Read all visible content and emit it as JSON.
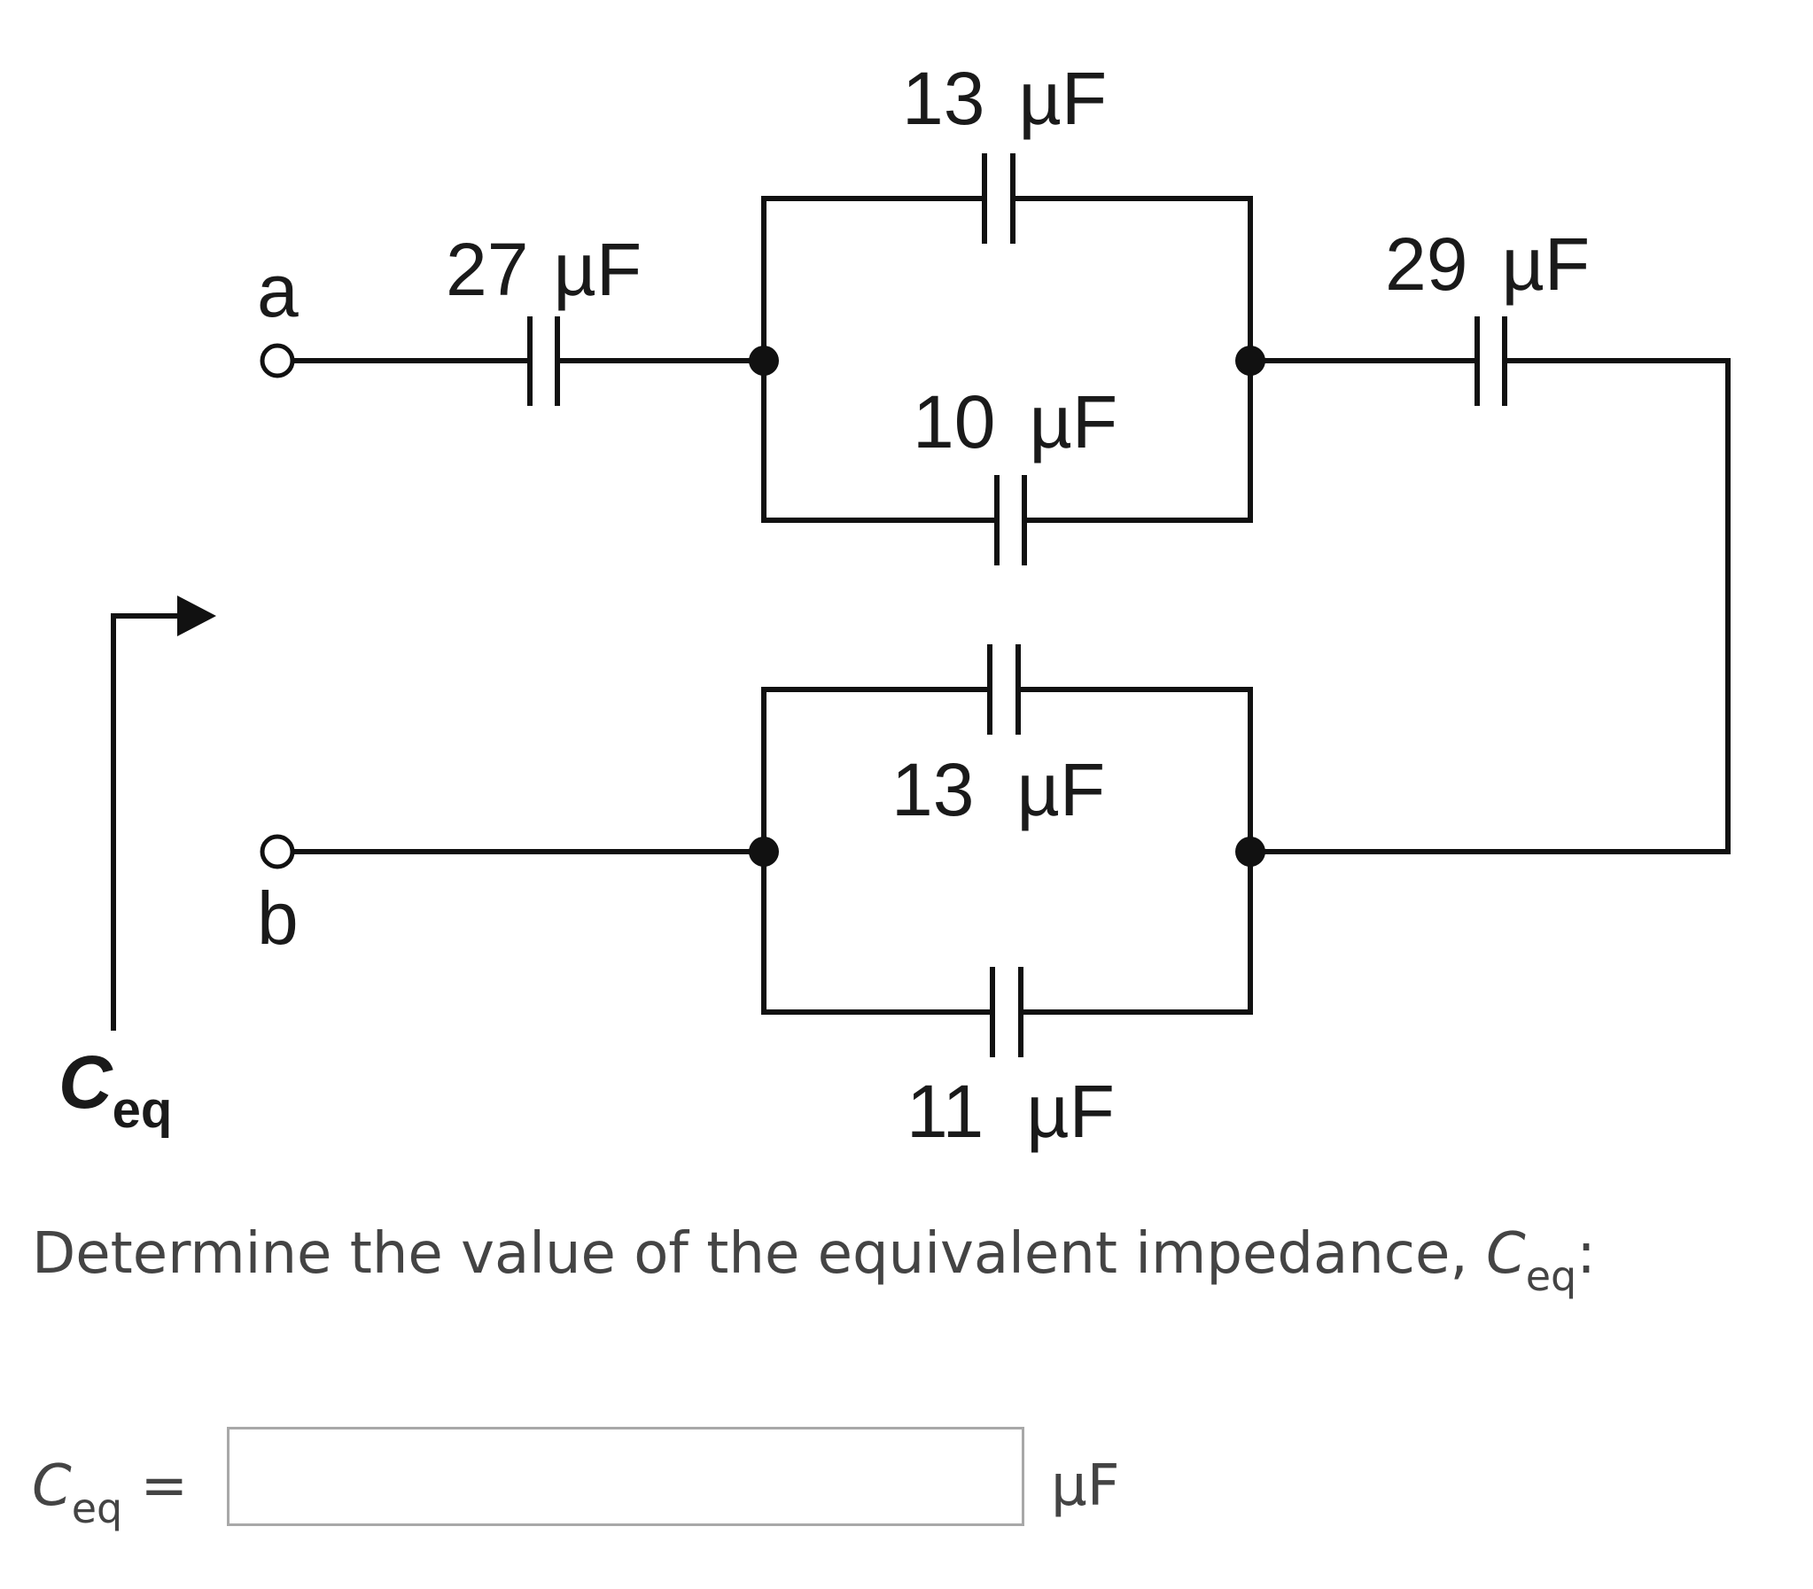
{
  "diagram": {
    "capacitors": [
      {
        "id": "c27",
        "value": "27",
        "unit": "µF"
      },
      {
        "id": "c13_top",
        "value": "13",
        "unit": "µF"
      },
      {
        "id": "c10",
        "value": "10",
        "unit": "µF"
      },
      {
        "id": "c29",
        "value": "29",
        "unit": "µF"
      },
      {
        "id": "c13_bottom",
        "value": "13",
        "unit": "µF"
      },
      {
        "id": "c11",
        "value": "11",
        "unit": "µF"
      }
    ],
    "terminal_a": "a",
    "terminal_b": "b",
    "ceq_symbol": "C",
    "ceq_subscript": "eq"
  },
  "question": {
    "prefix": "Determine the value of the equivalent impedance, ",
    "symbol": "C",
    "subscript": "eq",
    "suffix": ":"
  },
  "answer": {
    "symbol": "C",
    "subscript": "eq",
    "equals": " =",
    "value": "",
    "unit": "µF"
  }
}
